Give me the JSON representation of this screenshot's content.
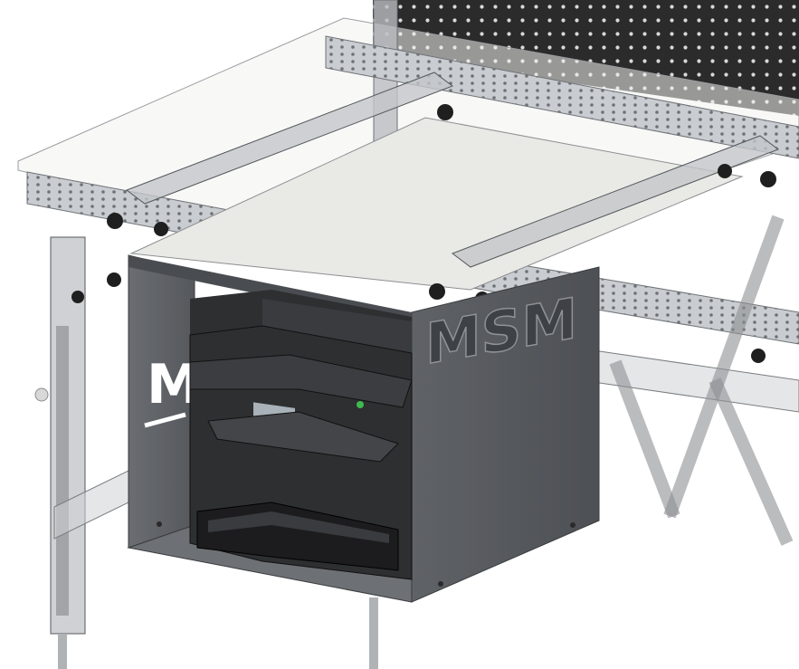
{
  "scene": {
    "subject": "cad-render-desk-frame-with-printer-enclosure",
    "logo_left_panel": "M",
    "logo_right_panel": "MSM",
    "colors": {
      "background": "#ffffff",
      "pegboard": "#2b2b2b",
      "pegboard_holes": "#d9d9d9",
      "rail": "#c9ccd0",
      "rail_edge": "#6e7276",
      "enclosure": "#5a5d61",
      "enclosure_dark": "#45484c",
      "printer_body": "#2e2f31",
      "printer_dark": "#1c1c1e",
      "printer_screen": "#a8b2b8",
      "status_light": "#3dbb4e",
      "glass_shelf": "#e9e9e6"
    }
  }
}
